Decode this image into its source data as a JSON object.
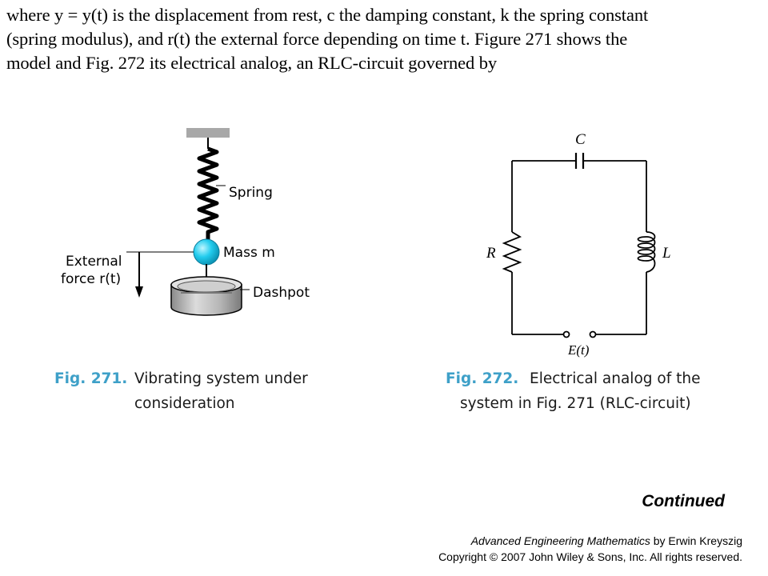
{
  "paragraph": {
    "line1": "where y = y(t) is the displacement from rest, c the damping constant, k the spring constant",
    "line2": "(spring modulus), and r(t) the external force depending on time t. Figure 271 shows the",
    "line3": "model and Fig. 272 its electrical analog, an RLC-circuit governed by"
  },
  "figure271": {
    "spring_label": "Spring",
    "mass_label": "Mass m",
    "external_label_1": "External",
    "external_label_2": "force r(t)",
    "dashpot_label": "Dashpot",
    "caption_label": "Fig. 271.",
    "caption_line1": "Vibrating system under",
    "caption_line2": "consideration"
  },
  "figure272": {
    "capacitor_label": "C",
    "resistor_label": "R",
    "inductor_label": "L",
    "source_label": "E(t)",
    "caption_label": "Fig. 272.",
    "caption_line1": "Electrical analog of the",
    "caption_line2": "system in Fig. 271 (RLC-circuit)"
  },
  "footer": {
    "continued": "Continued",
    "book_title": "Advanced Engineering Mathematics",
    "book_author": " by Erwin Kreyszig",
    "copyright": "Copyright © 2007 John Wiley & Sons, Inc.  All rights reserved."
  },
  "colors": {
    "caption_label": "#3ea0c8",
    "mass_ball": "#22ccee",
    "ceiling": "#a8a8a8",
    "dashpot": "#a9a9a9"
  }
}
